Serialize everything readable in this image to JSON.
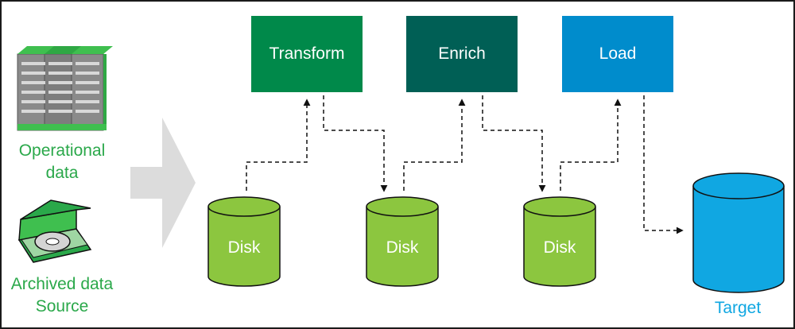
{
  "sources": {
    "operational": {
      "line1": "Operational",
      "line2": "data",
      "icon": "server-rack-icon"
    },
    "archived": {
      "line1": "Archived data",
      "line2": "Source",
      "icon": "disc-case-icon"
    }
  },
  "steps": [
    {
      "label": "Transform",
      "color": "#00894a"
    },
    {
      "label": "Enrich",
      "color": "#005f55"
    },
    {
      "label": "Load",
      "color": "#008ccc"
    }
  ],
  "disks": [
    {
      "label": "Disk"
    },
    {
      "label": "Disk"
    },
    {
      "label": "Disk"
    }
  ],
  "target": {
    "label": "Target",
    "color": "#10a7e2"
  },
  "colors": {
    "source_text": "#2aa84a",
    "disk_fill": "#8cc63f",
    "disk_stroke": "#111111",
    "arrow_big": "#dcdcdc",
    "connector": "#111111"
  }
}
